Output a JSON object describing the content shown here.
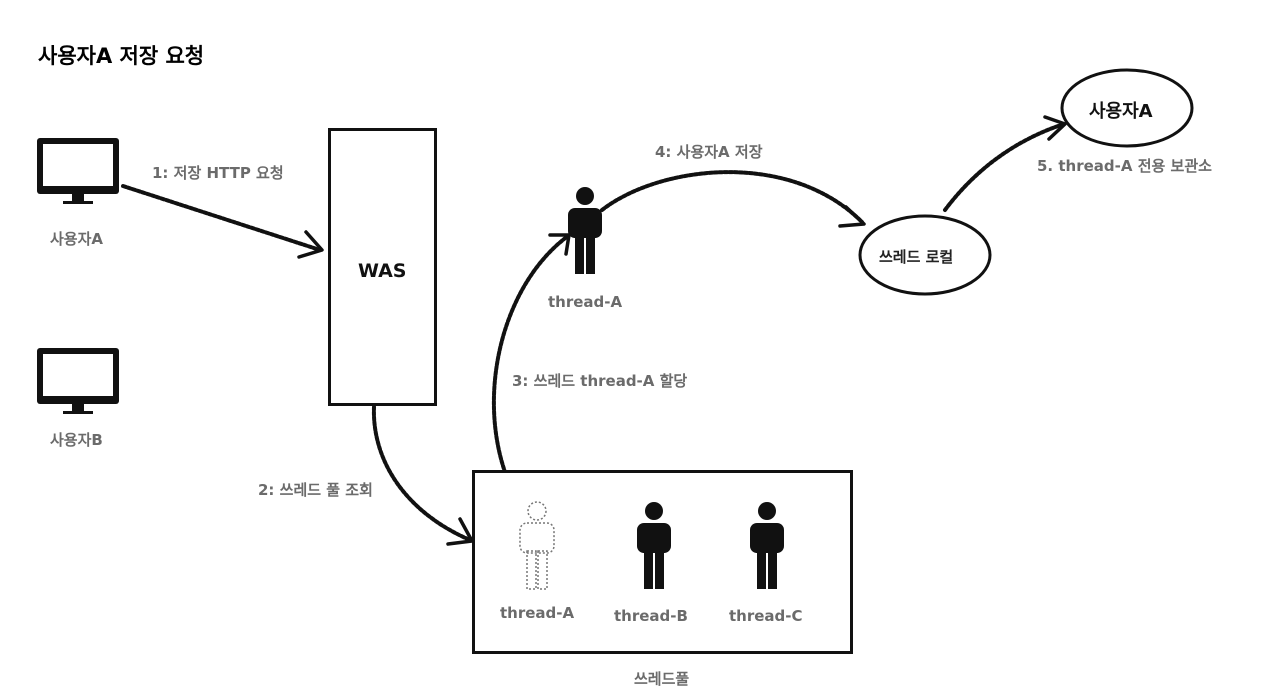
{
  "title": "사용자A 저장 요청",
  "clients": [
    {
      "label": "사용자A",
      "icon": "monitor-icon"
    },
    {
      "label": "사용자B",
      "icon": "monitor-icon"
    }
  ],
  "was": {
    "label": "WAS"
  },
  "steps": {
    "step1": "1: 저장 HTTP 요청",
    "step2": "2: 쓰레드 풀 조회",
    "step3": "3: 쓰레드 thread-A 할당",
    "step4": "4: 사용자A 저장",
    "step5": "5. thread-A 전용 보관소"
  },
  "active_thread": {
    "label": "thread-A",
    "icon": "person-icon"
  },
  "thread_pool": {
    "label": "쓰레드풀",
    "threads": [
      {
        "label": "thread-A",
        "icon": "person-outline-icon",
        "state": "borrowed"
      },
      {
        "label": "thread-B",
        "icon": "person-icon",
        "state": "idle"
      },
      {
        "label": "thread-C",
        "icon": "person-icon",
        "state": "idle"
      }
    ]
  },
  "thread_local": {
    "label": "쓰레드 로컬"
  },
  "stored_value": {
    "label": "사용자A"
  },
  "colors": {
    "line": "#111111",
    "label": "#6b6b6b"
  }
}
